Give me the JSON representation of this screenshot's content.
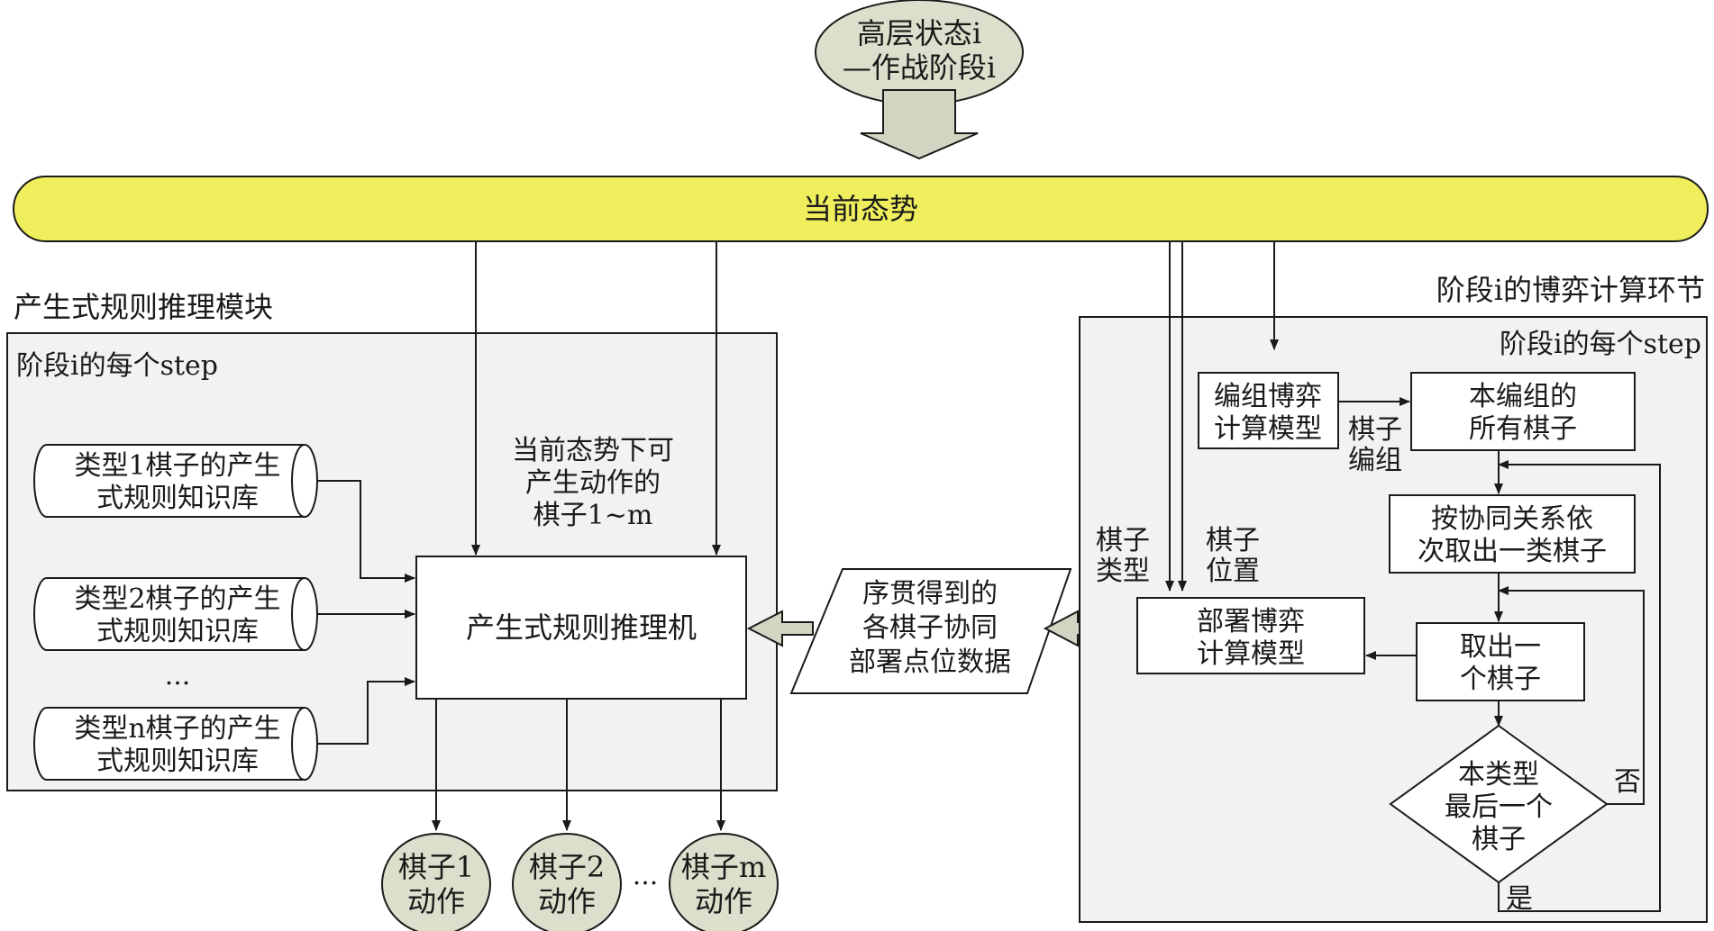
{
  "top_state": {
    "line1": "高层状态i",
    "line2": "—作战阶段i"
  },
  "situation_bar": "当前态势",
  "left_module": {
    "title": "产生式规则推理模块",
    "inner_title": "阶段i的每个step",
    "kb": [
      {
        "line1": "类型1棋子的产生",
        "line2": "式规则知识库"
      },
      {
        "line1": "类型2棋子的产生",
        "line2": "式规则知识库"
      },
      {
        "line1": "类型n棋子的产生",
        "line2": "式规则知识库"
      }
    ],
    "kb_ellipsis": "...",
    "engine": "产生式规则推理机",
    "note": [
      "当前态势下可",
      "产生动作的",
      "棋子1~m"
    ]
  },
  "actions": [
    {
      "line1": "棋子1",
      "line2": "动作"
    },
    {
      "line1": "棋子2",
      "line2": "动作"
    },
    {
      "line1": "棋子m",
      "line2": "动作"
    }
  ],
  "actions_ellipsis": "...",
  "parallelogram": [
    "序贯得到的",
    "各棋子协同",
    "部署点位数据"
  ],
  "right_module": {
    "title": "阶段i的博弈计算环节",
    "inner_title": "阶段i的每个step",
    "group_model": [
      "编组博弈",
      "计算模型"
    ],
    "group_pieces": [
      "本编组的",
      "所有棋子"
    ],
    "group_label": [
      "棋子",
      "编组"
    ],
    "take_class": [
      "按协同关系依",
      "次取出一类棋子"
    ],
    "type_label": [
      "棋子",
      "类型"
    ],
    "pos_label": [
      "棋子",
      "位置"
    ],
    "deploy_model": [
      "部署博弈",
      "计算模型"
    ],
    "take_one": [
      "取出一",
      "个棋子"
    ],
    "decision": [
      "本类型",
      "最后一个",
      "棋子"
    ],
    "no_label": "否",
    "yes_label": "是"
  },
  "colors": {
    "ellipse": "#dcdfcb",
    "bar": "#efee5c",
    "panel": "#f2f2f2",
    "hollow_arrow": "#d0d6c2",
    "line": "#1a1a1a"
  }
}
